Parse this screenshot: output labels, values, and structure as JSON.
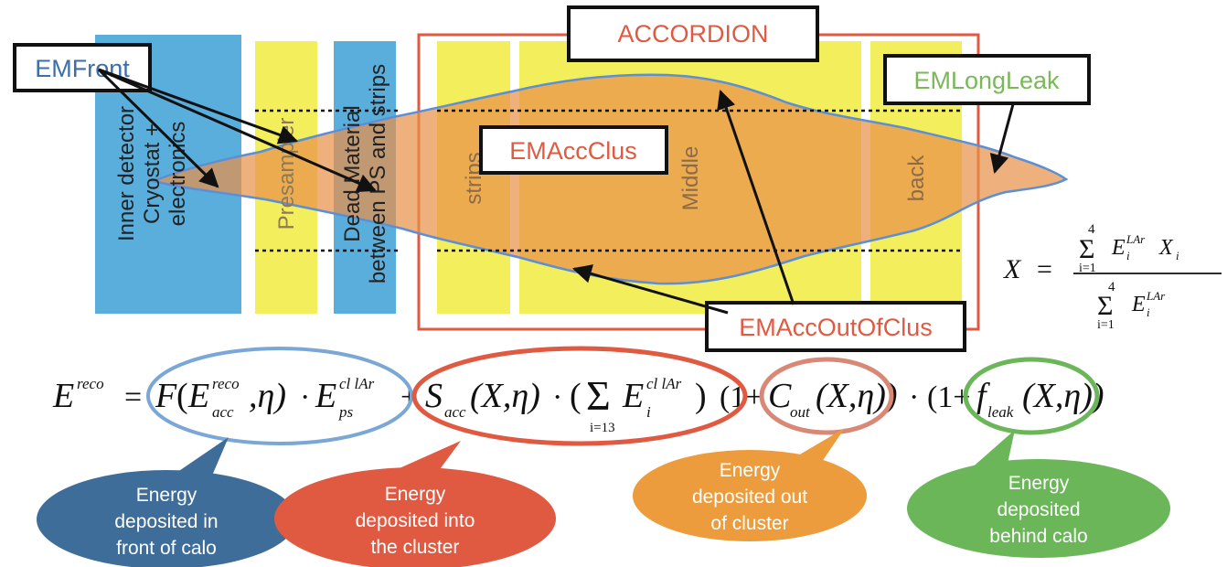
{
  "detector": {
    "inner_detector": {
      "line1": "Inner detector",
      "line2": "Cryostat +",
      "line3": "electronics"
    },
    "presampler": "Presampler",
    "dead_material": {
      "line1": "Dead Material",
      "line2": "between PS and strips"
    },
    "strips": "strips",
    "middle": "Middle",
    "back": "back"
  },
  "boxes": {
    "accordion": "ACCORDION",
    "emfront": "EMFront",
    "emaccclus": "EMAccClus",
    "emlongleak": "EMLongLeak",
    "emaccoutofclus": "EMAccOutOfClus"
  },
  "colors": {
    "inner_detector_fill": "#5aaedc",
    "presampler_fill": "#f3ee5c",
    "dead_material_fill": "#5aaedc",
    "accordion_fill": "#f3ee5c",
    "shower_fill": "#e8924a",
    "shower_outline": "#5b8fd6",
    "accordion_frame": "#e05a42",
    "emfront_text": "#3d6ea8",
    "emaccclus_text": "#e05a42",
    "emlongleak_text": "#7ab85a",
    "emaccoutofclus_text": "#e05a42",
    "bubble_blue": "#3f6d99",
    "bubble_red": "#e05a42",
    "bubble_orange": "#ec9c3c",
    "bubble_green": "#6cb65a"
  },
  "formula_x": {
    "lhs": "X",
    "eq": "=",
    "num_sum_top": "4",
    "num_sum_bottom": "i=1",
    "num_term": "E",
    "num_sup": "LAr",
    "num_sub": "i",
    "num_x": "X",
    "num_x_sub": "i",
    "den_sum_top": "4",
    "den_sum_bottom": "i=1",
    "den_term": "E",
    "den_sup": "LAr",
    "den_sub": "i"
  },
  "formula_main": {
    "E": "E",
    "E_sup": "reco",
    "eq": "=",
    "F": "F",
    "open1": "(",
    "Eacc": "E",
    "Eacc_sup": "reco",
    "Eacc_sub": "acc",
    "comma_eta1": ",η)",
    "dot1": "·",
    "Eps": "E",
    "Eps_sup": "cl lAr",
    "Eps_sub": "ps",
    "plus1": "+",
    "S": "S",
    "S_sub": "acc",
    "S_args": "(X,η)",
    "dot2": "·",
    "open2": "(",
    "sum": "Σ",
    "sum_sub": "i=13",
    "Ei": "E",
    "Ei_sup": "cl lAr",
    "Ei_sub": "i",
    "close2": ")",
    "one1": "(1+",
    "C": "C",
    "C_sub": "out",
    "C_args": "(X,η))",
    "dot3": "·",
    "one2": "(1+",
    "f": "f",
    "f_sub": "leak",
    "f_args": "(X,η))"
  },
  "bubbles": {
    "front": {
      "line1": "Energy",
      "line2": "deposited in",
      "line3": "front of calo"
    },
    "cluster": {
      "line1": "Energy",
      "line2": "deposited into",
      "line3": "the cluster"
    },
    "outof": {
      "line1": "Energy",
      "line2": "deposited out",
      "line3": "of cluster"
    },
    "behind": {
      "line1": "Energy",
      "line2": "deposited",
      "line3": "behind calo"
    }
  }
}
